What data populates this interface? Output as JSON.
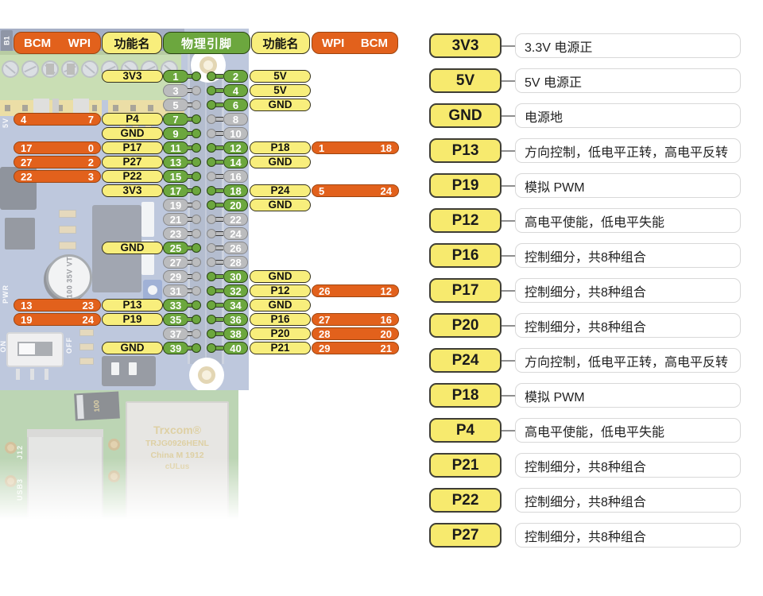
{
  "colors": {
    "orange": "#e2611c",
    "yellow": "#f8ee7c",
    "green": "#6ca73e",
    "gray": "#bbbcbe",
    "badge_yellow": "#f7ea6e"
  },
  "pinout": {
    "header": {
      "left_bcm": "BCM",
      "left_wpi": "WPI",
      "left_func": "功能名",
      "physical": "物理引脚",
      "right_func": "功能名",
      "right_wpi": "WPI",
      "right_bcm": "BCM"
    },
    "rows": [
      {
        "lbcm": "",
        "lwpi": "",
        "lfunc": "3V3",
        "lpin": "1",
        "ltype": "green",
        "rpin": "2",
        "rtype": "green",
        "rfunc": "5V",
        "rwpi": "",
        "rbcm": ""
      },
      {
        "lbcm": "",
        "lwpi": "",
        "lfunc": "",
        "lpin": "3",
        "ltype": "gray",
        "rpin": "4",
        "rtype": "green",
        "rfunc": "5V",
        "rwpi": "",
        "rbcm": ""
      },
      {
        "lbcm": "",
        "lwpi": "",
        "lfunc": "",
        "lpin": "5",
        "ltype": "gray",
        "rpin": "6",
        "rtype": "green",
        "rfunc": "GND",
        "rwpi": "",
        "rbcm": ""
      },
      {
        "lbcm": "4",
        "lwpi": "7",
        "lfunc": "P4",
        "lpin": "7",
        "ltype": "green",
        "rpin": "8",
        "rtype": "gray",
        "rfunc": "",
        "rwpi": "",
        "rbcm": ""
      },
      {
        "lbcm": "",
        "lwpi": "",
        "lfunc": "GND",
        "lpin": "9",
        "ltype": "green",
        "rpin": "10",
        "rtype": "gray",
        "rfunc": "",
        "rwpi": "",
        "rbcm": ""
      },
      {
        "lbcm": "17",
        "lwpi": "0",
        "lfunc": "P17",
        "lpin": "11",
        "ltype": "green",
        "rpin": "12",
        "rtype": "green",
        "rfunc": "P18",
        "rwpi": "1",
        "rbcm": "18"
      },
      {
        "lbcm": "27",
        "lwpi": "2",
        "lfunc": "P27",
        "lpin": "13",
        "ltype": "green",
        "rpin": "14",
        "rtype": "green",
        "rfunc": "GND",
        "rwpi": "",
        "rbcm": ""
      },
      {
        "lbcm": "22",
        "lwpi": "3",
        "lfunc": "P22",
        "lpin": "15",
        "ltype": "green",
        "rpin": "16",
        "rtype": "gray",
        "rfunc": "",
        "rwpi": "",
        "rbcm": ""
      },
      {
        "lbcm": "",
        "lwpi": "",
        "lfunc": "3V3",
        "lpin": "17",
        "ltype": "green",
        "rpin": "18",
        "rtype": "green",
        "rfunc": "P24",
        "rwpi": "5",
        "rbcm": "24"
      },
      {
        "lbcm": "",
        "lwpi": "",
        "lfunc": "",
        "lpin": "19",
        "ltype": "gray",
        "rpin": "20",
        "rtype": "green",
        "rfunc": "GND",
        "rwpi": "",
        "rbcm": ""
      },
      {
        "lbcm": "",
        "lwpi": "",
        "lfunc": "",
        "lpin": "21",
        "ltype": "gray",
        "rpin": "22",
        "rtype": "gray",
        "rfunc": "",
        "rwpi": "",
        "rbcm": ""
      },
      {
        "lbcm": "",
        "lwpi": "",
        "lfunc": "",
        "lpin": "23",
        "ltype": "gray",
        "rpin": "24",
        "rtype": "gray",
        "rfunc": "",
        "rwpi": "",
        "rbcm": ""
      },
      {
        "lbcm": "",
        "lwpi": "",
        "lfunc": "GND",
        "lpin": "25",
        "ltype": "green",
        "rpin": "26",
        "rtype": "gray",
        "rfunc": "",
        "rwpi": "",
        "rbcm": ""
      },
      {
        "lbcm": "",
        "lwpi": "",
        "lfunc": "",
        "lpin": "27",
        "ltype": "gray",
        "rpin": "28",
        "rtype": "gray",
        "rfunc": "",
        "rwpi": "",
        "rbcm": ""
      },
      {
        "lbcm": "",
        "lwpi": "",
        "lfunc": "",
        "lpin": "29",
        "ltype": "gray",
        "rpin": "30",
        "rtype": "green",
        "rfunc": "GND",
        "rwpi": "",
        "rbcm": ""
      },
      {
        "lbcm": "",
        "lwpi": "",
        "lfunc": "",
        "lpin": "31",
        "ltype": "gray",
        "rpin": "32",
        "rtype": "green",
        "rfunc": "P12",
        "rwpi": "26",
        "rbcm": "12"
      },
      {
        "lbcm": "13",
        "lwpi": "23",
        "lfunc": "P13",
        "lpin": "33",
        "ltype": "green",
        "rpin": "34",
        "rtype": "green",
        "rfunc": "GND",
        "rwpi": "",
        "rbcm": ""
      },
      {
        "lbcm": "19",
        "lwpi": "24",
        "lfunc": "P19",
        "lpin": "35",
        "ltype": "green",
        "rpin": "36",
        "rtype": "green",
        "rfunc": "P16",
        "rwpi": "27",
        "rbcm": "16"
      },
      {
        "lbcm": "",
        "lwpi": "",
        "lfunc": "",
        "lpin": "37",
        "ltype": "gray",
        "rpin": "38",
        "rtype": "green",
        "rfunc": "P20",
        "rwpi": "28",
        "rbcm": "20"
      },
      {
        "lbcm": "",
        "lwpi": "",
        "lfunc": "GND",
        "lpin": "39",
        "ltype": "green",
        "rpin": "40",
        "rtype": "green",
        "rfunc": "P21",
        "rwpi": "29",
        "rbcm": "21"
      }
    ]
  },
  "legend": {
    "items": [
      {
        "pin": "3V3",
        "desc": "3.3V 电源正",
        "conn": "1"
      },
      {
        "pin": "5V",
        "desc": "5V 电源正",
        "conn": "1"
      },
      {
        "pin": "GND",
        "desc": "电源地",
        "conn": "1"
      },
      {
        "pin": "P13",
        "desc": "方向控制，低电平正转，高电平反转",
        "conn": "1"
      },
      {
        "pin": "P19",
        "desc": "模拟 PWM",
        "conn": "1"
      },
      {
        "pin": "P12",
        "desc": "高电平使能，低电平失能",
        "conn": "1"
      },
      {
        "pin": "P16",
        "desc": "控制细分，共8种组合",
        "conn": "1"
      },
      {
        "pin": "P17",
        "desc": "控制细分，共8种组合",
        "conn": "1"
      },
      {
        "pin": "P20",
        "desc": "控制细分，共8种组合",
        "conn": "1"
      },
      {
        "pin": "P24",
        "desc": "方向控制，低电平正转，高电平反转",
        "conn": "1"
      },
      {
        "pin": "P18",
        "desc": "模拟 PWM",
        "conn": "1"
      },
      {
        "pin": "P4",
        "desc": "高电平使能，低电平失能",
        "conn": "1"
      },
      {
        "pin": "P21",
        "desc": "控制细分，共8种组合",
        "conn": ""
      },
      {
        "pin": "P22",
        "desc": "控制细分，共8种组合",
        "conn": ""
      },
      {
        "pin": "P27",
        "desc": "控制细分，共8种组合",
        "conn": ""
      }
    ]
  },
  "board": {
    "labels": {
      "b1": "B1",
      "v5": "5V",
      "pwr": "PWR",
      "on": "ON",
      "off": "OFF",
      "j12": "J12",
      "usb3": "USB3",
      "capacitor": "100 35V VT",
      "tantalum": "100",
      "eth_brand": "Trxcom®",
      "eth_model": "TRJG0926HENL",
      "eth_origin": "China M 1912",
      "eth_cert": "cULus"
    }
  }
}
